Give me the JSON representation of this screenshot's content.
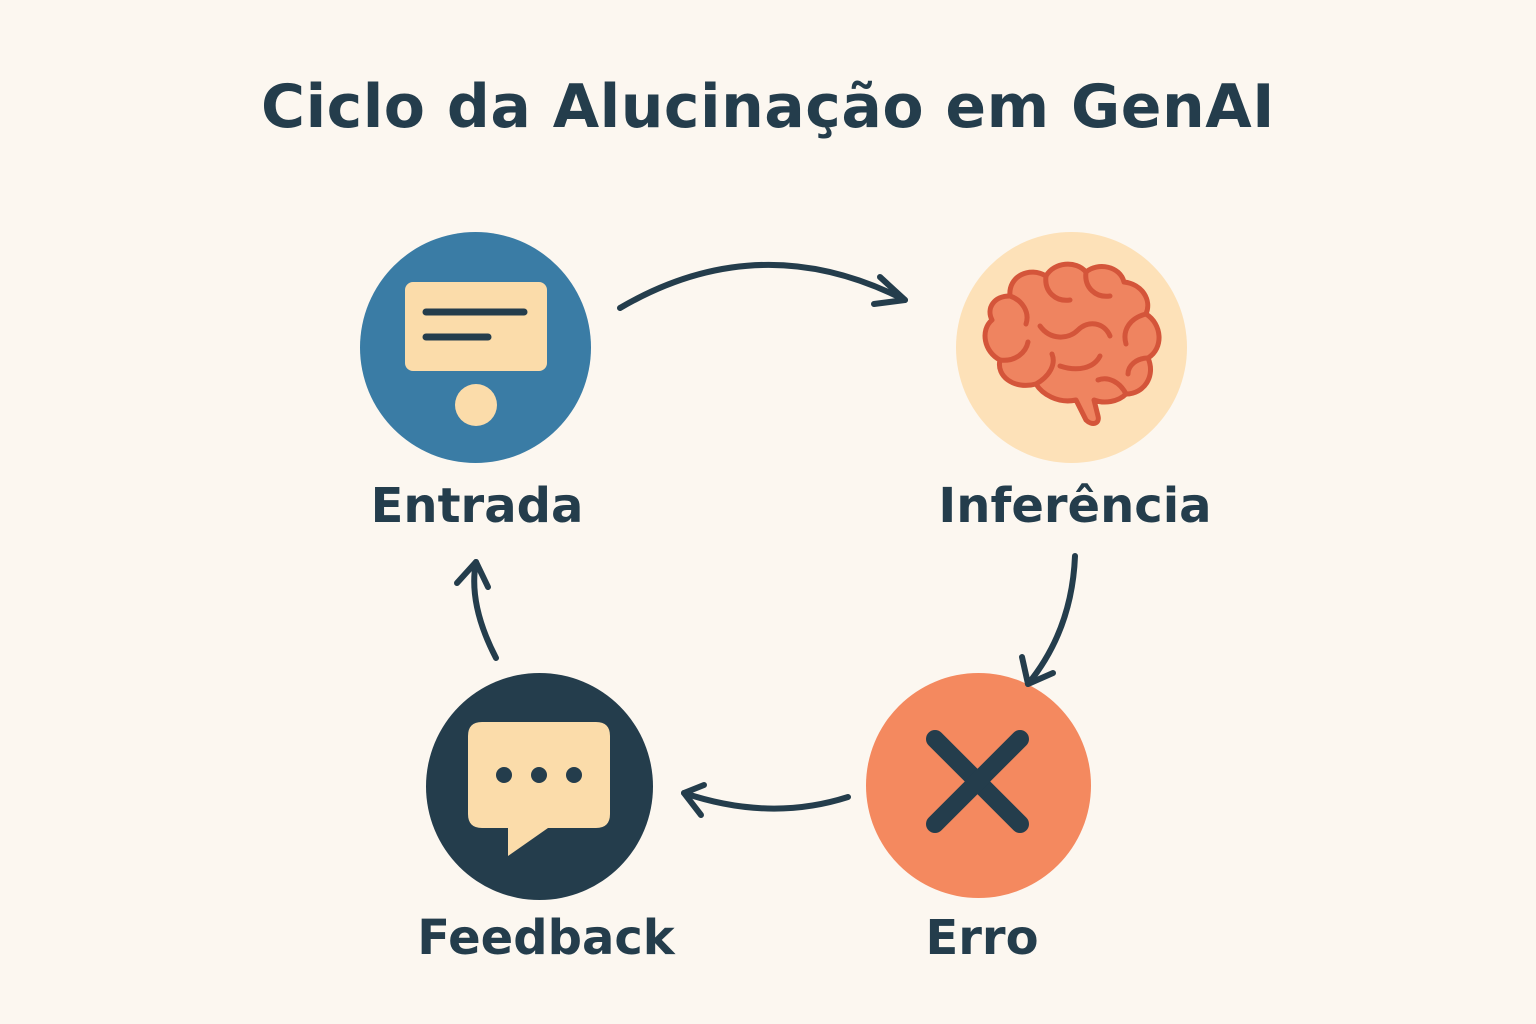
{
  "title": "Ciclo da Alucinação em GenAI",
  "colors": {
    "background": "#fcf7f0",
    "text": "#243d4c",
    "arrow": "#243d4c",
    "entrada": "#3a7ca5",
    "inferencia": "#fde1b8",
    "erro": "#f4895f",
    "feedback": "#243d4c",
    "cream": "#fbdcaa",
    "brain": "#ef8460",
    "brain_stroke": "#d4553a"
  },
  "nodes": [
    {
      "id": "entrada",
      "label": "Entrada",
      "icon": "document-input-icon"
    },
    {
      "id": "inferencia",
      "label": "Inferência",
      "icon": "brain-icon"
    },
    {
      "id": "erro",
      "label": "Erro",
      "icon": "x-mark-icon"
    },
    {
      "id": "feedback",
      "label": "Feedback",
      "icon": "chat-bubble-icon"
    }
  ],
  "edges": [
    {
      "from": "entrada",
      "to": "inferencia"
    },
    {
      "from": "inferencia",
      "to": "erro"
    },
    {
      "from": "erro",
      "to": "feedback"
    },
    {
      "from": "feedback",
      "to": "entrada"
    }
  ]
}
